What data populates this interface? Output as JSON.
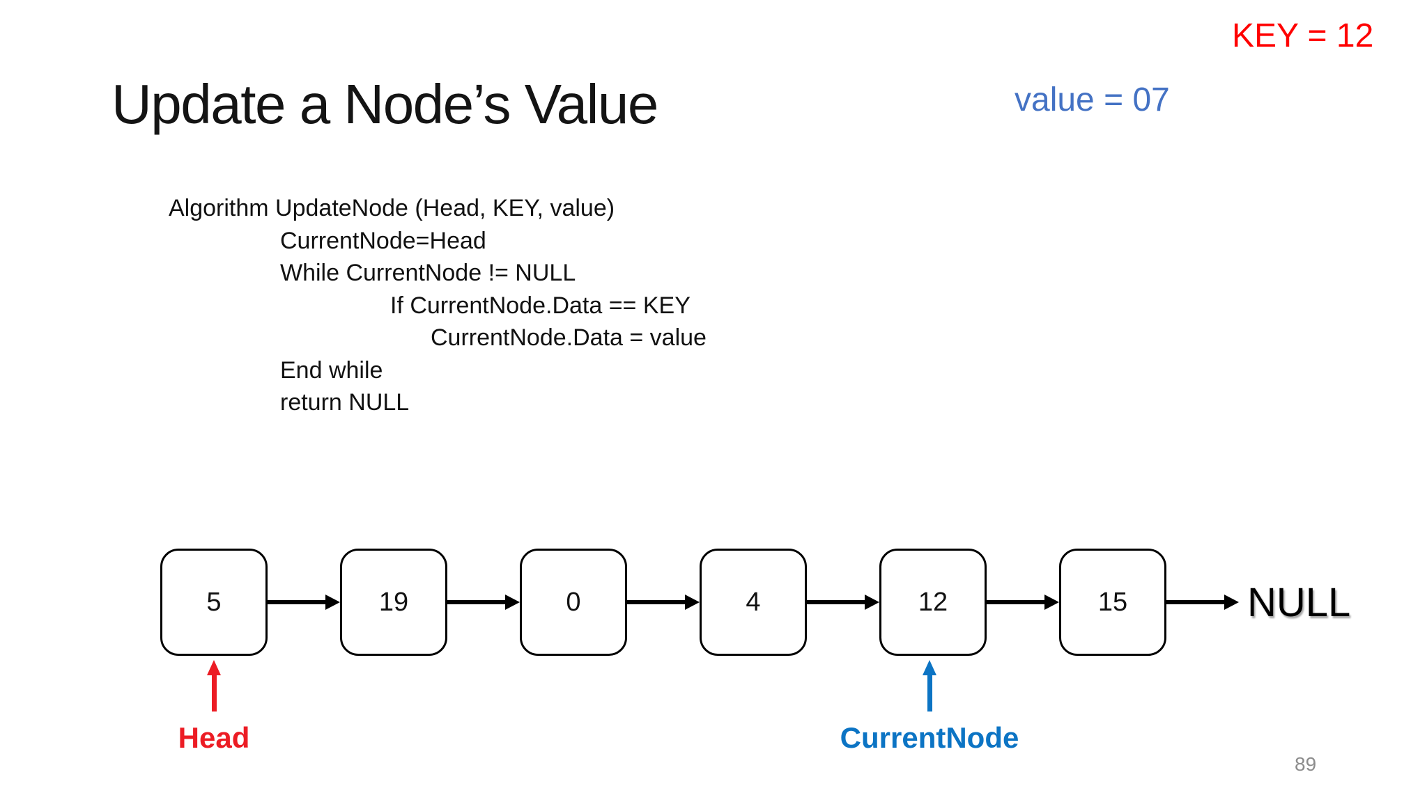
{
  "slide": {
    "title": "Update a Node’s Value",
    "page_number": "89"
  },
  "annotations": {
    "key_label": "KEY = 12",
    "value_label": "value = 07",
    "head_label": "Head",
    "current_node_label": "CurrentNode",
    "null_label": "NULL"
  },
  "colors": {
    "key_red": "#FF0000",
    "head_red": "#EC1C24",
    "value_blue": "#4472C4",
    "current_node_blue": "#0C74C4",
    "page_number_gray": "#8C8C8C"
  },
  "algorithm": {
    "lines": [
      {
        "text": "Algorithm UpdateNode (Head, KEY, value)",
        "indent": 0
      },
      {
        "text": "CurrentNode=Head",
        "indent": 1
      },
      {
        "text": "While CurrentNode != NULL",
        "indent": 1
      },
      {
        "text": "If CurrentNode.Data == KEY",
        "indent": 2
      },
      {
        "text": "CurrentNode.Data = value",
        "indent": 3
      },
      {
        "text": "End while",
        "indent": 1
      },
      {
        "text": "return NULL",
        "indent": 1
      }
    ]
  },
  "linked_list": {
    "nodes": [
      "5",
      "19",
      "0",
      "4",
      "12",
      "15"
    ],
    "terminator": "NULL",
    "head_points_to_node": "5",
    "current_node_points_to_node": "12"
  }
}
